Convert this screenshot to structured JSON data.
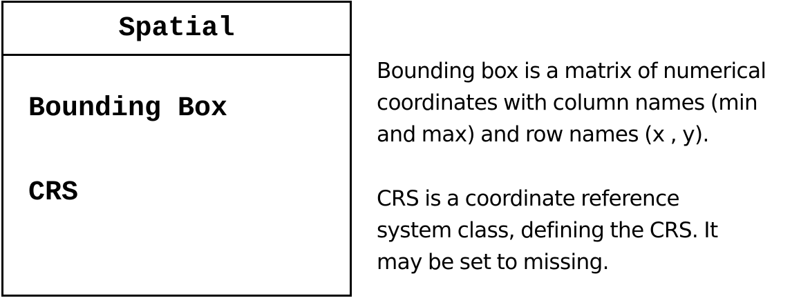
{
  "class": {
    "name": "Spatial",
    "attributes": [
      "Bounding Box",
      "CRS"
    ]
  },
  "descriptions": {
    "bounding_box": [
      "Bounding box is a matrix of numerical",
      "coordinates with column names (min",
      "and max) and row names (x , y)."
    ],
    "crs": [
      "CRS is a coordinate reference",
      "system class, defining the CRS. It",
      "may be set to missing."
    ]
  }
}
